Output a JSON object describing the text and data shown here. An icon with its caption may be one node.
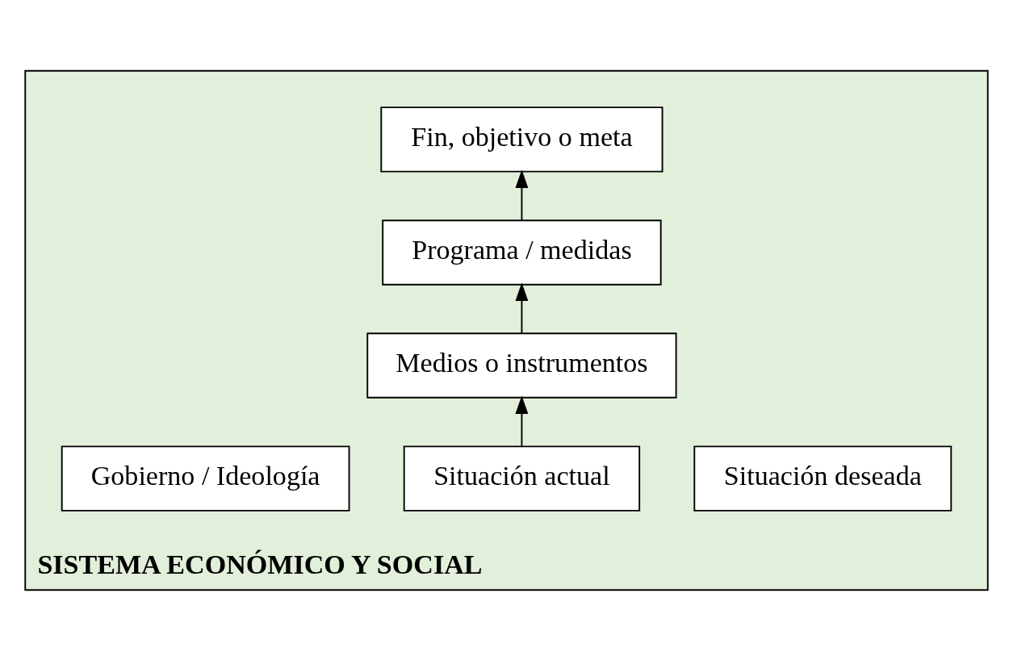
{
  "diagram": {
    "nodes": [
      {
        "text": [
          "SISTEMA ECONÓMICO Y SOCIAL"
        ]
      },
      {
        "text": [
          "Situación deseada"
        ],
        "in": 0
      },
      {
        "text": [
          "Fin, objetivo o meta"
        ],
        "in": 0
      },
      {
        "text": [
          "Programa / medidas"
        ],
        "in": 0
      },
      {
        "text": [
          "Medios o instrumentos"
        ],
        "in": 0
      },
      {
        "text": [
          "Situación actual"
        ],
        "in": 0
      },
      {
        "text": [
          "Gobierno / Ideología"
        ],
        "in": 0
      }
    ],
    "edges": [
      {
        "from": 5,
        "to": 4,
        "arrow": "to"
      },
      {
        "from": 4,
        "to": 3,
        "arrow": "to"
      },
      {
        "from": 3,
        "to": 2,
        "arrow": "to"
      }
    ]
  }
}
